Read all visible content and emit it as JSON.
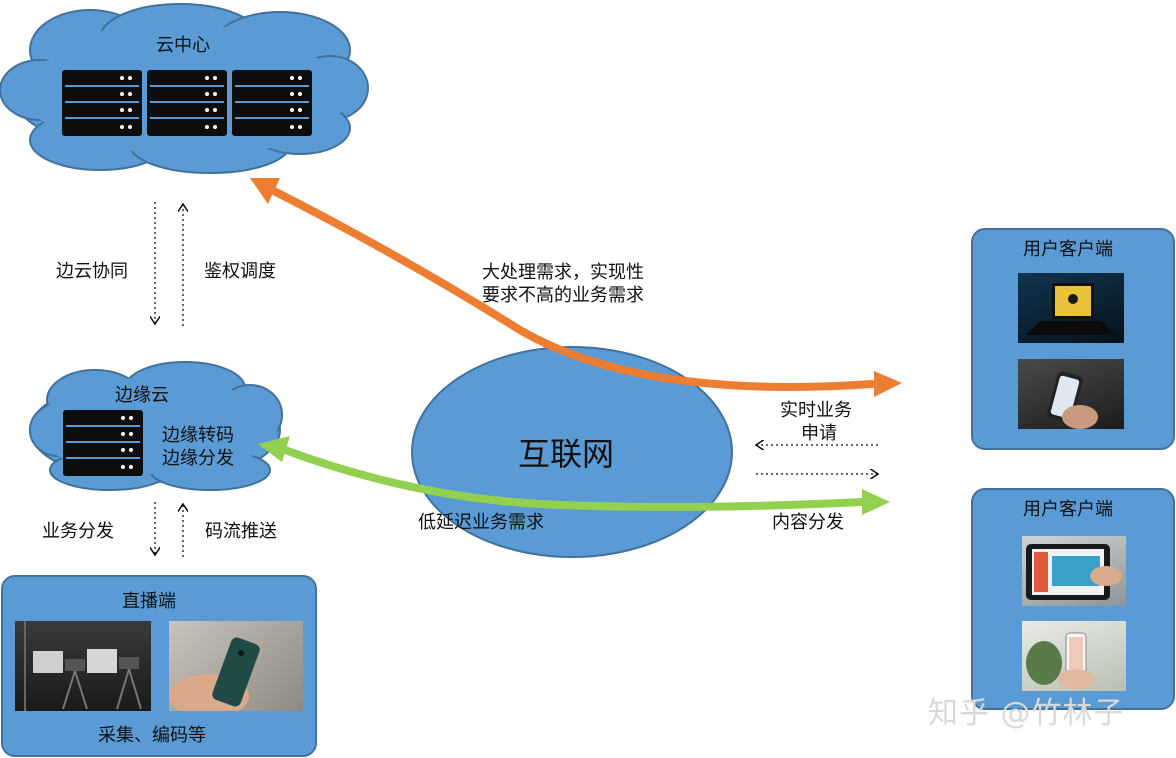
{
  "cloud_center": {
    "title": "云中心"
  },
  "cloud_edge_link": {
    "down_label": "边云协同",
    "up_label": "鉴权调度"
  },
  "edge_cloud": {
    "title": "边缘云",
    "line1": "边缘转码",
    "line2": "边缘分发"
  },
  "edge_live_link": {
    "down_label": "业务分发",
    "up_label": "码流推送"
  },
  "live_end": {
    "title": "直播端",
    "caption": "采集、编码等"
  },
  "internet": {
    "label": "互联网"
  },
  "orange_flow": {
    "line1": "大处理需求，实现性",
    "line2": "要求不高的业务需求"
  },
  "green_flow": {
    "left_label": "低延迟业务需求",
    "right_label": "内容分发"
  },
  "request_flow": {
    "line1": "实时业务",
    "line2": "申请"
  },
  "client_top": {
    "title": "用户客户端"
  },
  "client_bottom": {
    "title": "用户客户端"
  },
  "watermark": {
    "text": "知乎 @竹林子"
  },
  "colors": {
    "cloud_fill": "#5b9bd5",
    "cloud_stroke": "#41719c",
    "orange_arrow": "#ed7d31",
    "green_arrow": "#92d050",
    "server": "#0d0d0d"
  }
}
